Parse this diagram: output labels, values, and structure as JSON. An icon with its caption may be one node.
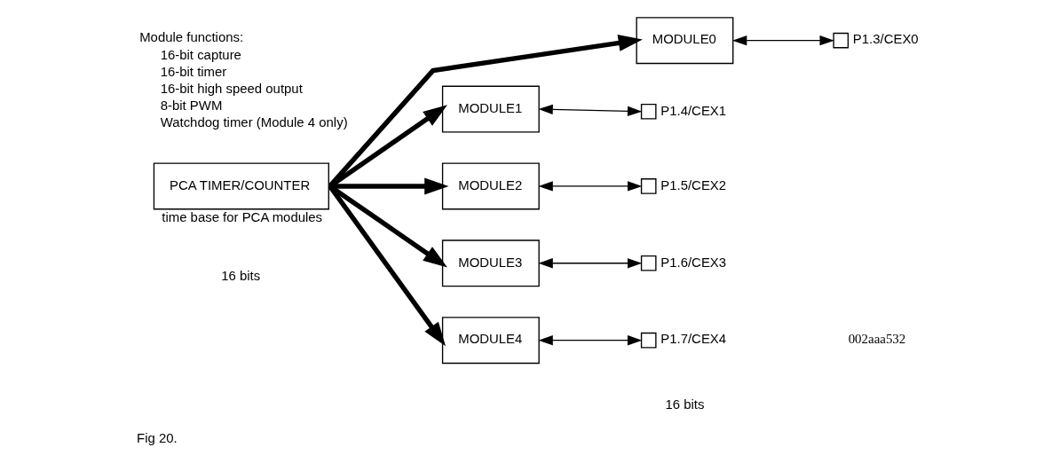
{
  "diagram": {
    "caption": "Fig 20.",
    "nodes": [
      {
        "text": [
          "PCA TIMER/COUNTER"
        ],
        "beside": [
          "time base for PCA modules"
        ]
      },
      {
        "text": [
          "MODULE0"
        ]
      },
      {
        "text": [
          "MODULE1"
        ]
      },
      {
        "text": [
          "MODULE2"
        ]
      },
      {
        "text": [
          "MODULE3"
        ]
      },
      {
        "text": [
          "MODULE4"
        ]
      },
      {
        "text": [],
        "shape": "box",
        "beside": [
          "P1.3/CEX0"
        ]
      },
      {
        "text": [],
        "shape": "box",
        "beside": [
          "P1.4/CEX1"
        ]
      },
      {
        "text": [],
        "shape": "box",
        "beside": [
          "P1.5/CEX2"
        ]
      },
      {
        "text": [],
        "shape": "box",
        "beside": [
          "P1.6/CEX3"
        ]
      },
      {
        "text": [],
        "shape": "box",
        "beside": [
          "P1.7/CEX4"
        ]
      }
    ],
    "edges": [
      {
        "from": 0,
        "to": 1,
        "arrow": "to",
        "style": "thick"
      },
      {
        "from": 0,
        "to": 2,
        "arrow": "to",
        "style": "thick"
      },
      {
        "from": 0,
        "to": 3,
        "arrow": "to",
        "style": "thick"
      },
      {
        "from": 0,
        "to": 4,
        "arrow": "to",
        "style": "thick"
      },
      {
        "from": 0,
        "to": 5,
        "arrow": "to",
        "style": "thick"
      },
      {
        "from": 1,
        "to": 6,
        "arrow": "both"
      },
      {
        "from": 2,
        "to": 7,
        "arrow": "both"
      },
      {
        "from": 3,
        "to": 8,
        "arrow": "both"
      },
      {
        "from": 4,
        "to": 9,
        "arrow": "both"
      },
      {
        "from": 5,
        "to": 10,
        "arrow": "both"
      }
    ],
    "labels": [
      "16 bits",
      "16 bits",
      "Module functions:",
      "16-bit capture",
      "16-bit timer",
      "16-bit high speed output",
      "8-bit PWM",
      "Watchdog timer (Module 4 only)",
      "002aaa532"
    ]
  }
}
